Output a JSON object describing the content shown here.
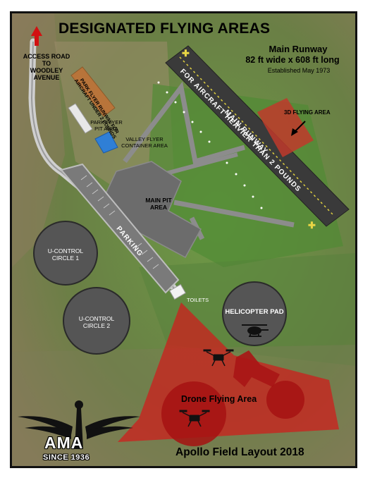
{
  "title": "DESIGNATED FLYING AREAS",
  "runway_info": {
    "name": "Main Runway",
    "dimensions": "82 ft wide x 608 ft long",
    "established": "Established May 1973"
  },
  "access_road": {
    "line1": "ACCESS ROAD",
    "line2": "TO",
    "line3": "WOODLEY",
    "line4": "AVENUE"
  },
  "park_flyer_runway": {
    "line1": "PARK FLYER  RUNWAY FOR",
    "line2": "AIRCRAFT UNDER 2 POUNDS"
  },
  "park_flyer_pit": {
    "line1": "PARK FLYER",
    "line2": "PIT AREA"
  },
  "valley_flyer": {
    "line1": "VALLEY FLYER",
    "line2": "CONTAINER AREA"
  },
  "main_runway_label": "MAIN RUNWAY",
  "runway_weight_label": "FOR AIRCRAFT HEAVIER THAN 2 POUNDS",
  "three_d_area": "3D FLYING AREA",
  "main_pit": {
    "line1": "MAIN PIT",
    "line2": "AREA"
  },
  "parking": "PARKING",
  "ucontrol1": {
    "line1": "U-CONTROL",
    "line2": "CIRCLE 1"
  },
  "ucontrol2": {
    "line1": "U-CONTROL",
    "line2": "CIRCLE 2"
  },
  "toilets": "TOILETS",
  "helicopter_pad": "HELICOPTER PAD",
  "drone_area": "Drone Flying Area",
  "logo": {
    "text": "AMA",
    "since": "SINCE 1936"
  },
  "footer": "Apollo Field Layout 2018",
  "colors": {
    "grass": "#5f8a3c",
    "pavement": "#6e6e6e",
    "runway": "#3a3a3a",
    "drone_zone": "#d11b1b",
    "three_d_zone": "#c0392b",
    "park_runway": "#b8743a",
    "valley_container": "#2f7fd6",
    "north_arrow": "#d11111"
  },
  "icons": [
    "north-arrow-icon",
    "drone-icon",
    "helicopter-icon",
    "ama-wings-logo"
  ]
}
